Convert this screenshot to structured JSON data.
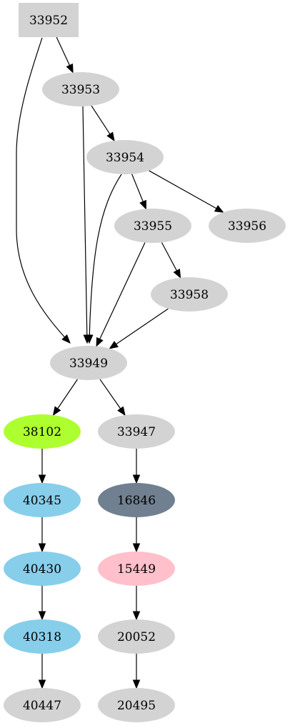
{
  "nodes": [
    {
      "id": "33952",
      "label": "33952",
      "shape": "box",
      "fill": "#d3d3d3",
      "text": "#000000"
    },
    {
      "id": "33953",
      "label": "33953",
      "shape": "ellipse",
      "fill": "#d3d3d3",
      "text": "#000000"
    },
    {
      "id": "33954",
      "label": "33954",
      "shape": "ellipse",
      "fill": "#d3d3d3",
      "text": "#000000"
    },
    {
      "id": "33955",
      "label": "33955",
      "shape": "ellipse",
      "fill": "#d3d3d3",
      "text": "#000000"
    },
    {
      "id": "33956",
      "label": "33956",
      "shape": "ellipse",
      "fill": "#d3d3d3",
      "text": "#000000"
    },
    {
      "id": "33958",
      "label": "33958",
      "shape": "ellipse",
      "fill": "#d3d3d3",
      "text": "#000000"
    },
    {
      "id": "33949",
      "label": "33949",
      "shape": "ellipse",
      "fill": "#d3d3d3",
      "text": "#000000"
    },
    {
      "id": "38102",
      "label": "38102",
      "shape": "ellipse",
      "fill": "#adff2f",
      "text": "#000000"
    },
    {
      "id": "33947",
      "label": "33947",
      "shape": "ellipse",
      "fill": "#d3d3d3",
      "text": "#000000"
    },
    {
      "id": "40345",
      "label": "40345",
      "shape": "ellipse",
      "fill": "#87ceeb",
      "text": "#000000"
    },
    {
      "id": "16846",
      "label": "16846",
      "shape": "ellipse",
      "fill": "#708090",
      "text": "#000000"
    },
    {
      "id": "40430",
      "label": "40430",
      "shape": "ellipse",
      "fill": "#87ceeb",
      "text": "#000000"
    },
    {
      "id": "15449",
      "label": "15449",
      "shape": "ellipse",
      "fill": "#ffc0cb",
      "text": "#000000"
    },
    {
      "id": "40318",
      "label": "40318",
      "shape": "ellipse",
      "fill": "#87ceeb",
      "text": "#000000"
    },
    {
      "id": "20052",
      "label": "20052",
      "shape": "ellipse",
      "fill": "#d3d3d3",
      "text": "#000000"
    },
    {
      "id": "40447",
      "label": "40447",
      "shape": "ellipse",
      "fill": "#d3d3d3",
      "text": "#000000"
    },
    {
      "id": "20495",
      "label": "20495",
      "shape": "ellipse",
      "fill": "#d3d3d3",
      "text": "#000000"
    }
  ],
  "edges": [
    {
      "from": "33952",
      "to": "33953"
    },
    {
      "from": "33952",
      "to": "33949"
    },
    {
      "from": "33953",
      "to": "33954"
    },
    {
      "from": "33953",
      "to": "33949"
    },
    {
      "from": "33954",
      "to": "33955"
    },
    {
      "from": "33954",
      "to": "33956"
    },
    {
      "from": "33954",
      "to": "33949"
    },
    {
      "from": "33955",
      "to": "33958"
    },
    {
      "from": "33955",
      "to": "33949"
    },
    {
      "from": "33958",
      "to": "33949"
    },
    {
      "from": "33949",
      "to": "38102"
    },
    {
      "from": "33949",
      "to": "33947"
    },
    {
      "from": "38102",
      "to": "40345"
    },
    {
      "from": "40345",
      "to": "40430"
    },
    {
      "from": "40430",
      "to": "40318"
    },
    {
      "from": "40318",
      "to": "40447"
    },
    {
      "from": "33947",
      "to": "16846"
    },
    {
      "from": "16846",
      "to": "15449"
    },
    {
      "from": "15449",
      "to": "20052"
    },
    {
      "from": "20052",
      "to": "20495"
    }
  ]
}
